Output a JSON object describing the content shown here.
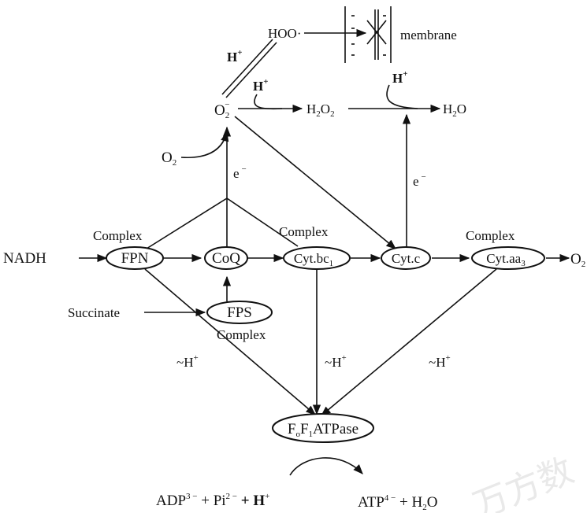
{
  "nodes": {
    "nadh": "NADH",
    "fpn": "FPN",
    "coq": "CoQ",
    "cyt_bc1": "Cyt.bc",
    "cyt_bc1_sub": "1",
    "cyt_c": "Cyt.c",
    "cyt_aa3": "Cyt.aa",
    "cyt_aa3_sub": "3",
    "fps": "FPS",
    "atpase_f": "F",
    "atpase_o": "o",
    "atpase_f2": "F",
    "atpase_1": "1",
    "atpase_rest": "ATPase",
    "succinate": "Succinate",
    "o2_out": "O",
    "o2_out_sub": "2",
    "o2_in": "O",
    "o2_in_sub": "2",
    "superoxide": "O",
    "superoxide_sub": "2",
    "superoxide_sup": "−",
    "hoo": "HOO·",
    "h2o2": "H",
    "h2o2_sub1": "2",
    "h2o2_o": "O",
    "h2o2_sub2": "2",
    "h2o": "H",
    "h2o_sub": "2",
    "h2o_o": "O"
  },
  "labels": {
    "complex_fpn": "Complex",
    "complex_bc1": "Complex",
    "complex_aa3": "Complex",
    "complex_fps": "Complex",
    "membrane": "membrane",
    "h_plus": "H",
    "plus": "+",
    "e_minus": "e",
    "minus": "−",
    "tilde_h": "~H",
    "adp": "ADP",
    "adp_sup": "3 −",
    "pi_join": " + Pi",
    "pi_sup": "2 −",
    "h_join": " + H",
    "atp": "ATP",
    "atp_sup": "4 −",
    "water_join": " + H",
    "water_sub": "2",
    "water_o": "O"
  },
  "watermark": "万方数",
  "colors": {
    "ink": "#111111",
    "watermark": "#e9e9e9"
  }
}
